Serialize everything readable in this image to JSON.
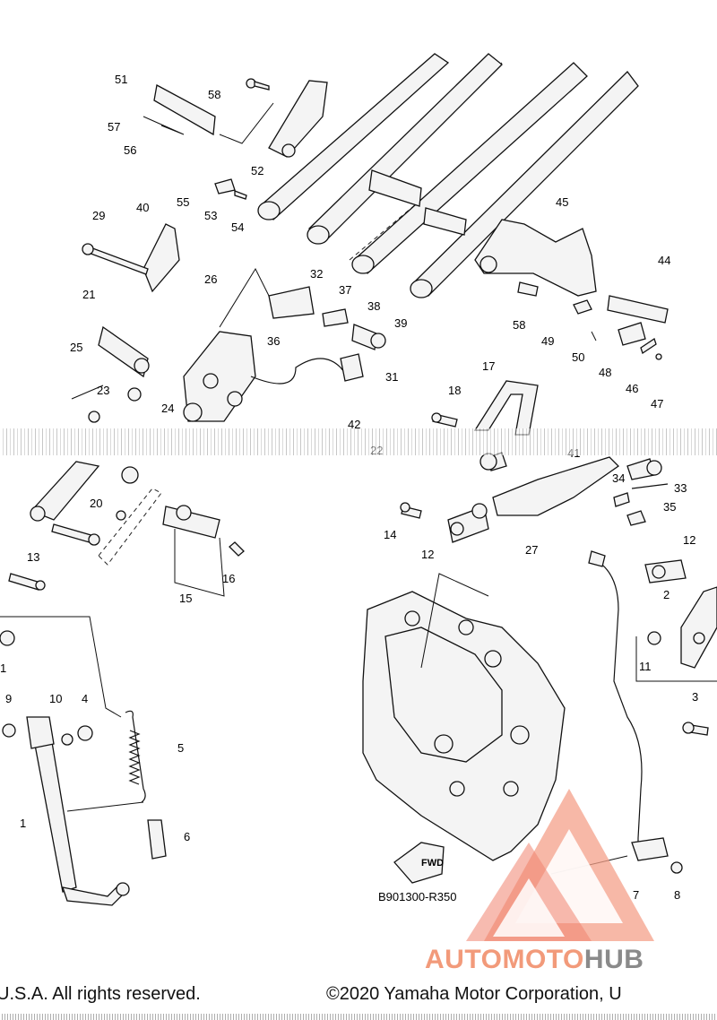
{
  "diagram": {
    "code": "B901300-R350",
    "fwd_label": "FWD",
    "callouts": [
      "51",
      "58",
      "57",
      "56",
      "52",
      "55",
      "53",
      "54",
      "29",
      "40",
      "26",
      "32",
      "37",
      "38",
      "39",
      "36",
      "31",
      "21",
      "25",
      "23",
      "24",
      "42",
      "45",
      "44",
      "58",
      "49",
      "50",
      "48",
      "46",
      "47",
      "17",
      "18",
      "22",
      "41",
      "34",
      "33",
      "35",
      "20",
      "14",
      "12",
      "27",
      "13",
      "16",
      "15",
      "12",
      "2",
      "11",
      "1",
      "9",
      "10",
      "4",
      "5",
      "1",
      "6",
      "3",
      "7",
      "8"
    ]
  },
  "footer": {
    "copyright_left": "U.S.A. All rights reserved.",
    "copyright_right": "©2020 Yamaha Motor Corporation, U"
  },
  "watermark": {
    "text_a": "AUTOMOTO",
    "text_b": "HUB",
    "color_a": "#f29a7a",
    "color_b": "#8a8a8a"
  }
}
